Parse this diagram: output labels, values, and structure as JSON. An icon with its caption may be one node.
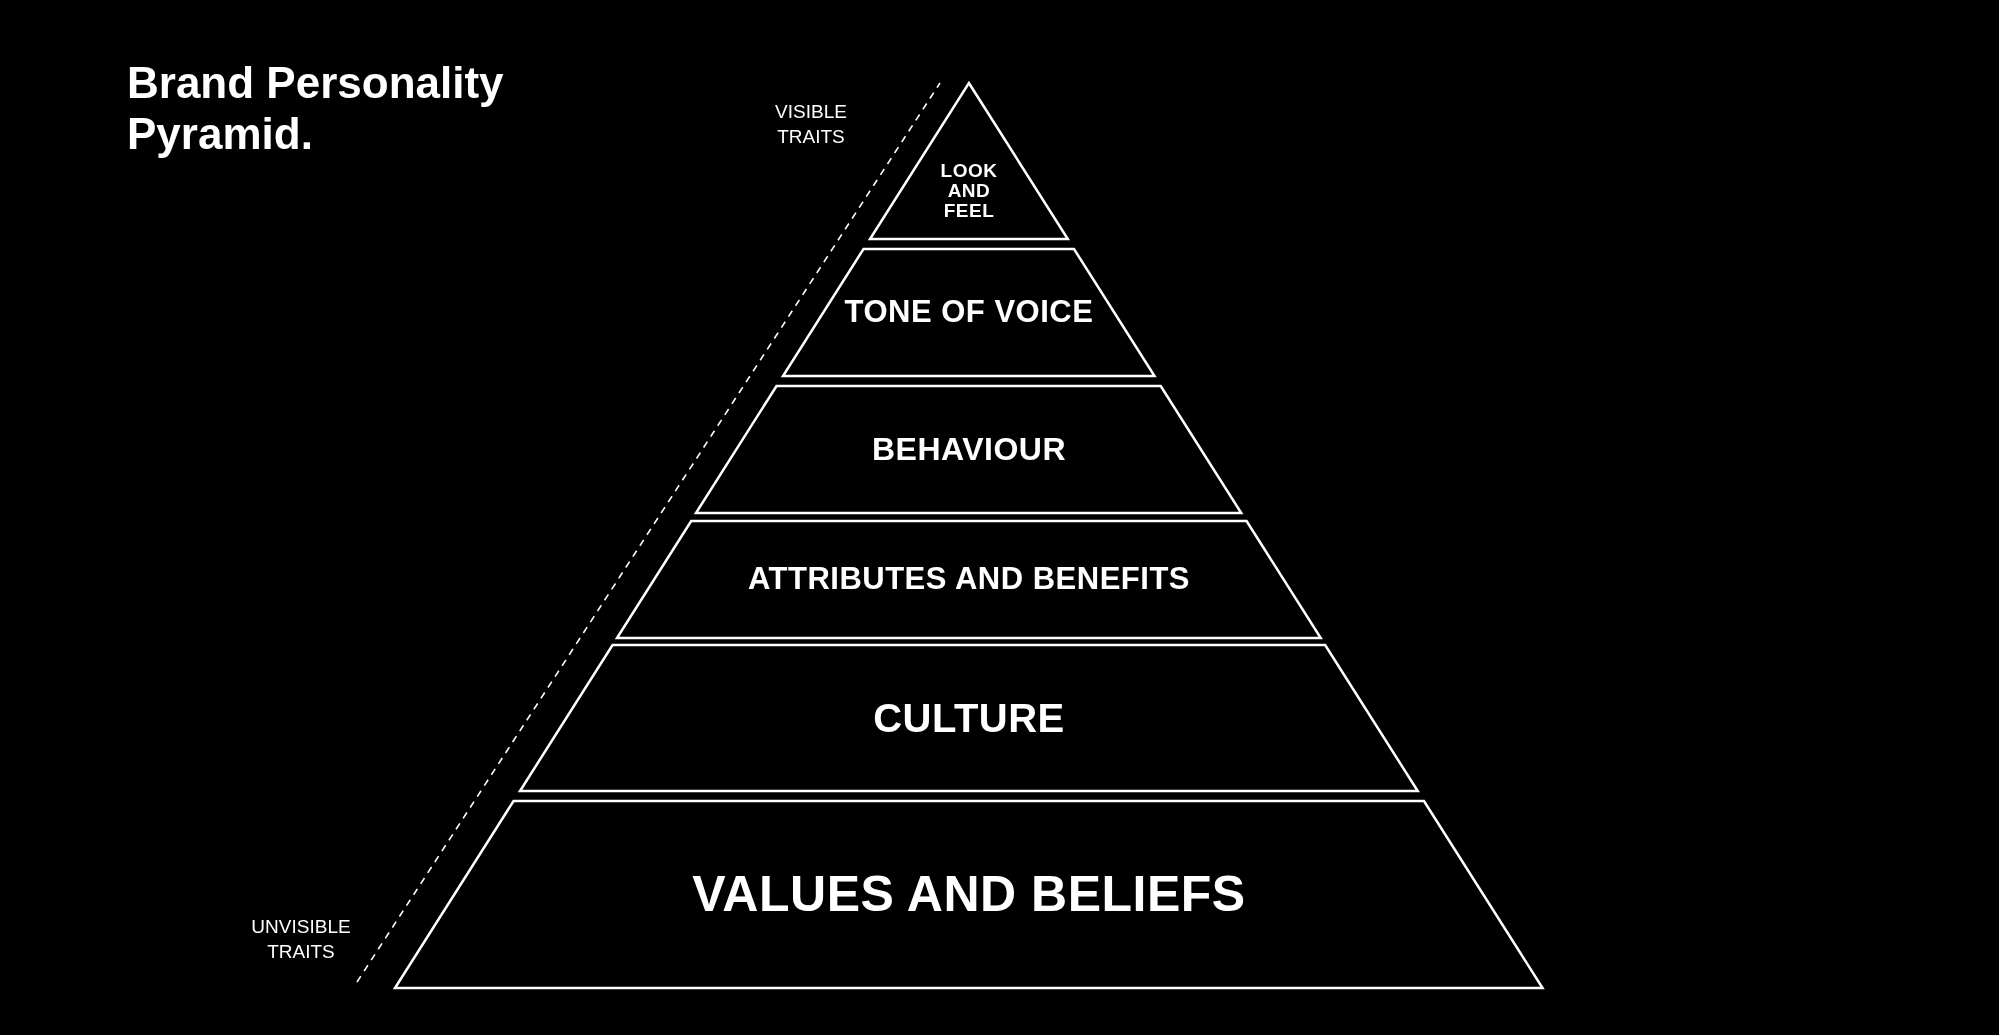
{
  "diagram": {
    "title": "Brand Personality Pyramid.",
    "nodes": [
      {
        "text": [
          "LOOK AND FEEL"
        ]
      },
      {
        "text": [
          "TONE OF VOICE"
        ]
      },
      {
        "text": [
          "BEHAVIOUR"
        ]
      },
      {
        "text": [
          "ATTRIBUTES AND BENEFITS"
        ]
      },
      {
        "text": [
          "CULTURE"
        ]
      },
      {
        "text": [
          "VALUES AND BELIEFS"
        ]
      }
    ],
    "labels": [
      "VISIBLE TRAITS",
      "UNVISIBLE TRAITS"
    ]
  }
}
